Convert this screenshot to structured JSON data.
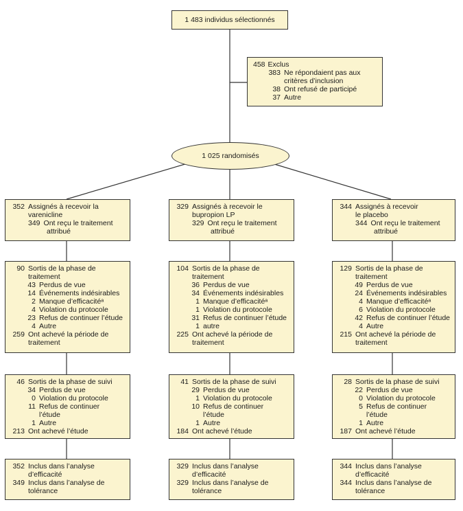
{
  "top_box": "1 483 individus sélectionnés",
  "excluded": {
    "title_num": "458",
    "title": "Exclus",
    "items": [
      {
        "num": "383",
        "text": "Ne répondaient pas aux",
        "cont": "critères d’inclusion"
      },
      {
        "num": "38",
        "text": "Ont refusé de participé"
      },
      {
        "num": "37",
        "text": "Autre"
      }
    ]
  },
  "randomized": "1 025 randomisés",
  "arms": [
    {
      "assign": {
        "num": "352",
        "text": "Assignés à recevoir la",
        "cont": "varenicline",
        "sub_num": "349",
        "sub_text": "Ont reçu le traitement",
        "sub_cont": "attribué"
      },
      "treatment": {
        "out_num": "90",
        "out_text": "Sortis de la phase de",
        "out_cont": "traitement",
        "items": [
          {
            "num": "43",
            "text": "Perdus de vue"
          },
          {
            "num": "14",
            "text": "Événements indésirables"
          },
          {
            "num": "2",
            "text": "Manque d’efficacitéᵃ"
          },
          {
            "num": "4",
            "text": "Violation du protocole"
          },
          {
            "num": "23",
            "text": "Refus de continuer l’étude"
          },
          {
            "num": "4",
            "text": "Autre"
          }
        ],
        "done_num": "259",
        "done_text": "Ont achevé la période de",
        "done_cont": "traitement"
      },
      "followup": {
        "out_num": "46",
        "out_text": "Sortis de la phase de suivi",
        "items": [
          {
            "num": "34",
            "text": "Perdus de vue"
          },
          {
            "num": "0",
            "text": "Violation du protocole"
          },
          {
            "num": "11",
            "text": "Refus de continuer",
            "cont": "l’étude"
          },
          {
            "num": "1",
            "text": "Autre"
          }
        ],
        "done_num": "213",
        "done_text": "Ont achevé l’étude"
      },
      "analysis": {
        "a_num": "352",
        "a_text": "Inclus dans l’analyse",
        "a_cont": "d’efficacité",
        "b_num": "349",
        "b_text": "Inclus dans l’analyse de",
        "b_cont": "tolérance"
      }
    },
    {
      "assign": {
        "num": "329",
        "text": "Assignés à recevoir le",
        "cont": "bupropion LP",
        "sub_num": "329",
        "sub_text": "Ont reçu le traitement",
        "sub_cont": "attribué"
      },
      "treatment": {
        "out_num": "104",
        "out_text": "Sortis de la phase de",
        "out_cont": "traitement",
        "items": [
          {
            "num": "36",
            "text": "Perdus de vue"
          },
          {
            "num": "34",
            "text": "Événements indésirables"
          },
          {
            "num": "1",
            "text": "Manque d’efficacitéᵃ"
          },
          {
            "num": "1",
            "text": "Violation du protocole"
          },
          {
            "num": "31",
            "text": "Refus de continuer l’étude"
          },
          {
            "num": "1",
            "text": "autre"
          }
        ],
        "done_num": "225",
        "done_text": "Ont achevé la période de",
        "done_cont": "traitement"
      },
      "followup": {
        "out_num": "41",
        "out_text": "Sortis de la phase de suivi",
        "items": [
          {
            "num": "29",
            "text": "Perdus de vue"
          },
          {
            "num": "1",
            "text": "Violation du protocole"
          },
          {
            "num": "10",
            "text": "Refus de continuer",
            "cont": "l’étude"
          },
          {
            "num": "1",
            "text": "Autre"
          }
        ],
        "done_num": "184",
        "done_text": "Ont achevé l’étude"
      },
      "analysis": {
        "a_num": "329",
        "a_text": "Inclus dans l’analyse",
        "a_cont": "d’efficacité",
        "b_num": "329",
        "b_text": "Inclus dans l’analyse de",
        "b_cont": "tolérance"
      }
    },
    {
      "assign": {
        "num": "344",
        "text": "Assignés à recevoir",
        "cont": "le placebo",
        "sub_num": "344",
        "sub_text": "Ont reçu le traitement",
        "sub_cont": "attribué"
      },
      "treatment": {
        "out_num": "129",
        "out_text": "Sortis de la phase de",
        "out_cont": "traitement",
        "items": [
          {
            "num": "49",
            "text": "Perdus de vue"
          },
          {
            "num": "24",
            "text": "Événements indésirables"
          },
          {
            "num": "4",
            "text": "Manque d’efficacitéᵃ"
          },
          {
            "num": "6",
            "text": "Violation du protocole"
          },
          {
            "num": "42",
            "text": "Refus de continuer l’étude"
          },
          {
            "num": "4",
            "text": "Autre"
          }
        ],
        "done_num": "215",
        "done_text": "Ont achevé la période de",
        "done_cont": "traitement"
      },
      "followup": {
        "out_num": "28",
        "out_text": "Sortis de la phase de suivi",
        "items": [
          {
            "num": "22",
            "text": "Perdus de vue"
          },
          {
            "num": "0",
            "text": "Violation du protocole"
          },
          {
            "num": "5",
            "text": "Refus de continuer",
            "cont": "l’étude"
          },
          {
            "num": "1",
            "text": "Autre"
          }
        ],
        "done_num": "187",
        "done_text": "Ont achevé l’étude"
      },
      "analysis": {
        "a_num": "344",
        "a_text": "Inclus dans l’analyse",
        "a_cont": "d’efficacité",
        "b_num": "344",
        "b_text": "Inclus dans l’analyse de",
        "b_cont": "tolérance"
      }
    }
  ],
  "colors": {
    "box_fill": "#fbf4cf",
    "line": "#333333"
  }
}
